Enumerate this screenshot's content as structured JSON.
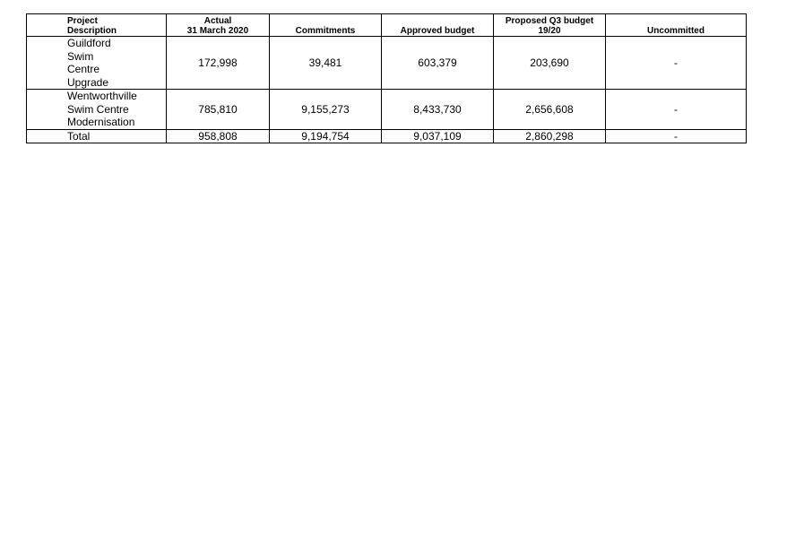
{
  "table": {
    "headers": {
      "description": [
        "Project",
        "Description"
      ],
      "actual": [
        "Actual",
        "31 March 2020"
      ],
      "commitments": "Commitments",
      "approved": "Approved budget",
      "proposed": [
        "Proposed Q3 budget",
        "19/20"
      ],
      "uncommitted": "Uncommitted"
    },
    "rows": [
      {
        "description_lines": [
          "Guildford",
          "Swim",
          "Centre",
          "Upgrade"
        ],
        "actual": "172,998",
        "commitments": "39,481",
        "approved": "603,379",
        "proposed": "203,690",
        "uncommitted": "-"
      },
      {
        "description_lines": [
          "Wentworthville",
          "Swim Centre",
          "Modernisation"
        ],
        "actual": "785,810",
        "commitments": "9,155,273",
        "approved": "8,433,730",
        "proposed": "2,656,608",
        "uncommitted": "-"
      }
    ],
    "total": {
      "label": "Total",
      "actual": "958,808",
      "commitments": "9,194,754",
      "approved": "9,037,109",
      "proposed": "2,860,298",
      "uncommitted": "-"
    }
  }
}
